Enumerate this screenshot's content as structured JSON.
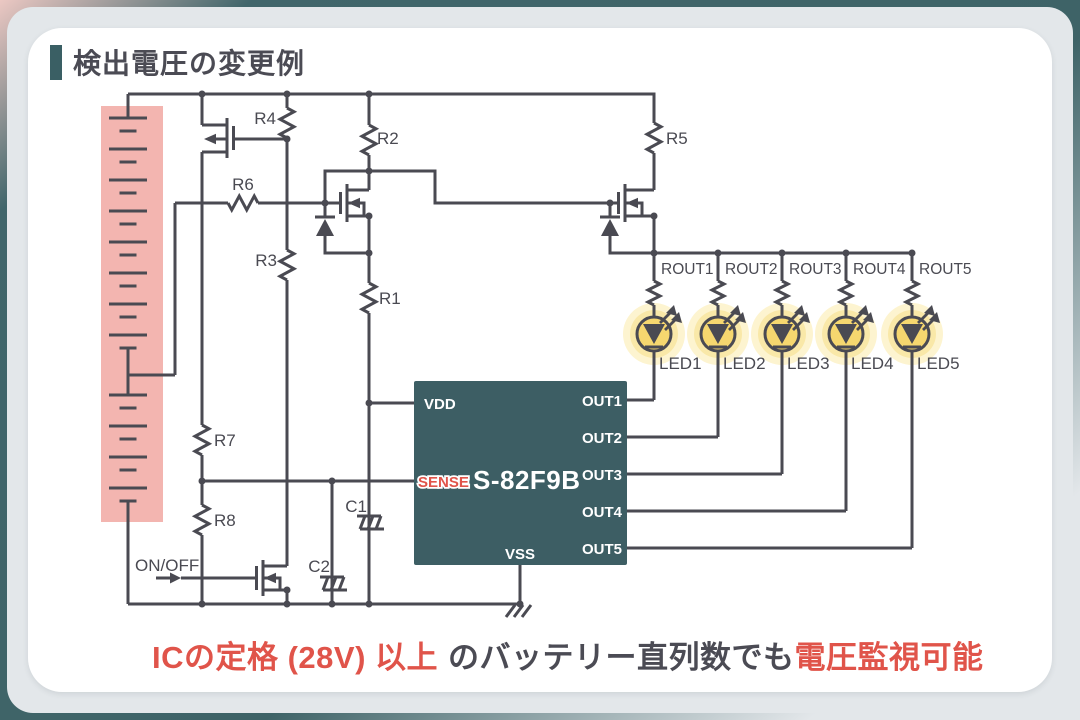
{
  "title": {
    "text": "検出電圧の変更例"
  },
  "caption": {
    "highlight_red_underlined": "ICの定格 (28V) 以上",
    "middle_dark": "のバッテリー直列数でも",
    "tail_red": "電圧監視可能"
  },
  "ic": {
    "part_number": "S-82F9B",
    "pin_vdd": "VDD",
    "pin_sense": "SENSE",
    "pin_vss": "VSS",
    "pin_out": [
      "OUT1",
      "OUT2",
      "OUT3",
      "OUT4",
      "OUT5"
    ]
  },
  "labels": {
    "r1": "R1",
    "r2": "R2",
    "r3": "R3",
    "r4": "R4",
    "r5": "R5",
    "r6": "R6",
    "r7": "R7",
    "r8": "R8",
    "c1": "C1",
    "c2": "C2",
    "on_off": "ON/OFF"
  },
  "rout": [
    "ROUT1",
    "ROUT2",
    "ROUT3",
    "ROUT4",
    "ROUT5"
  ],
  "leds": [
    "LED1",
    "LED2",
    "LED3",
    "LED4",
    "LED5"
  ],
  "colors": {
    "line": "#4a4a52",
    "accent_teal": "#3a5f64",
    "ic_fill": "#3d5e64",
    "red": "#e0544a",
    "battery_highlight": "#f3b5b0",
    "underline_pink": "#f3b7b0",
    "led_glow_outer": "#fdf4d0",
    "led_glow_inner": "#f9e8a8",
    "led_fill": "#f6d76f",
    "card_bg": "#ffffff",
    "page_margin": "#e3e7ea"
  }
}
